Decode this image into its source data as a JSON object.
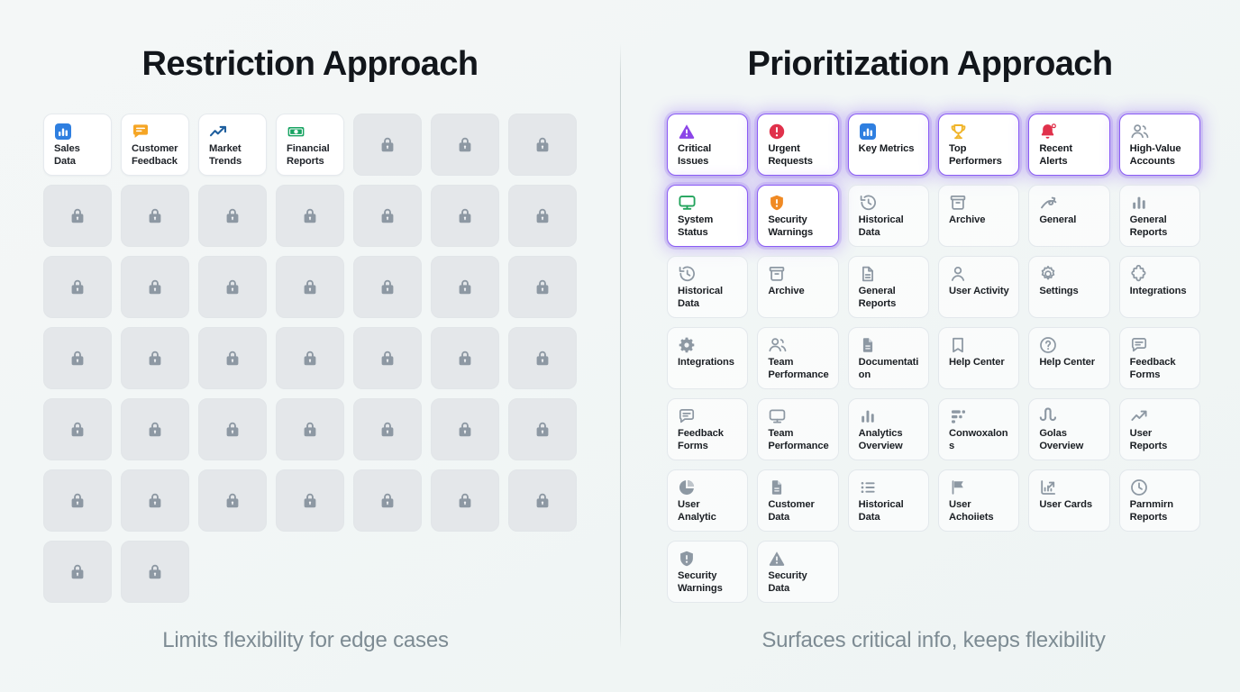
{
  "left": {
    "title": "Restriction Approach",
    "caption": "Limits flexibility for edge cases",
    "columns": 7,
    "cards": [
      {
        "label": "Sales Data",
        "icon": "bar-chart-icon",
        "state": "active",
        "accent": "#2f7fe0"
      },
      {
        "label": "Customer Feedback",
        "icon": "speech-bubble-icon",
        "state": "active",
        "accent": "#f5a524"
      },
      {
        "label": "Market Trends",
        "icon": "trending-up-icon",
        "state": "active",
        "accent": "#1f5f9e"
      },
      {
        "label": "Financial Reports",
        "icon": "banknote-icon",
        "state": "active",
        "accent": "#19a463"
      },
      {
        "label": "",
        "icon": "lock-icon",
        "state": "locked"
      },
      {
        "label": "",
        "icon": "lock-icon",
        "state": "locked"
      },
      {
        "label": "",
        "icon": "lock-icon",
        "state": "locked"
      },
      {
        "label": "",
        "icon": "lock-icon",
        "state": "locked"
      },
      {
        "label": "",
        "icon": "lock-icon",
        "state": "locked"
      },
      {
        "label": "",
        "icon": "lock-icon",
        "state": "locked"
      },
      {
        "label": "",
        "icon": "lock-icon",
        "state": "locked"
      },
      {
        "label": "",
        "icon": "lock-icon",
        "state": "locked"
      },
      {
        "label": "",
        "icon": "lock-icon",
        "state": "locked"
      },
      {
        "label": "",
        "icon": "lock-icon",
        "state": "locked"
      },
      {
        "label": "",
        "icon": "lock-icon",
        "state": "locked"
      },
      {
        "label": "",
        "icon": "lock-icon",
        "state": "locked"
      },
      {
        "label": "",
        "icon": "lock-icon",
        "state": "locked"
      },
      {
        "label": "",
        "icon": "lock-icon",
        "state": "locked"
      },
      {
        "label": "",
        "icon": "lock-icon",
        "state": "locked"
      },
      {
        "label": "",
        "icon": "lock-icon",
        "state": "locked"
      },
      {
        "label": "",
        "icon": "lock-icon",
        "state": "locked"
      },
      {
        "label": "",
        "icon": "lock-icon",
        "state": "locked"
      },
      {
        "label": "",
        "icon": "lock-icon",
        "state": "locked"
      },
      {
        "label": "",
        "icon": "lock-icon",
        "state": "locked"
      },
      {
        "label": "",
        "icon": "lock-icon",
        "state": "locked"
      },
      {
        "label": "",
        "icon": "lock-icon",
        "state": "locked"
      },
      {
        "label": "",
        "icon": "lock-icon",
        "state": "locked"
      },
      {
        "label": "",
        "icon": "lock-icon",
        "state": "locked"
      },
      {
        "label": "",
        "icon": "lock-icon",
        "state": "locked"
      },
      {
        "label": "",
        "icon": "lock-icon",
        "state": "locked"
      },
      {
        "label": "",
        "icon": "lock-icon",
        "state": "locked"
      },
      {
        "label": "",
        "icon": "lock-icon",
        "state": "locked"
      },
      {
        "label": "",
        "icon": "lock-icon",
        "state": "locked"
      },
      {
        "label": "",
        "icon": "lock-icon",
        "state": "locked"
      },
      {
        "label": "",
        "icon": "lock-icon",
        "state": "locked"
      },
      {
        "label": "",
        "icon": "lock-icon",
        "state": "locked"
      },
      {
        "label": "",
        "icon": "lock-icon",
        "state": "locked"
      },
      {
        "label": "",
        "icon": "lock-icon",
        "state": "locked"
      },
      {
        "label": "",
        "icon": "lock-icon",
        "state": "locked"
      },
      {
        "label": "",
        "icon": "lock-icon",
        "state": "locked"
      },
      {
        "label": "",
        "icon": "lock-icon",
        "state": "locked"
      },
      {
        "label": "",
        "icon": "lock-icon",
        "state": "locked"
      },
      {
        "label": "",
        "icon": "lock-icon",
        "state": "locked"
      },
      {
        "label": "",
        "icon": "lock-icon",
        "state": "locked"
      }
    ]
  },
  "right": {
    "title": "Prioritization Approach",
    "caption": "Surfaces critical info, keeps flexibility",
    "columns": 6,
    "highlight_color": "#8b5cf6",
    "cards": [
      {
        "label": "Critical Issues",
        "icon": "warning-triangle-icon",
        "state": "highlight",
        "accent": "#8b45e8"
      },
      {
        "label": "Urgent Requests",
        "icon": "alert-circle-icon",
        "state": "highlight",
        "accent": "#e0314b"
      },
      {
        "label": "Key Metrics",
        "icon": "bar-chart-icon",
        "state": "highlight",
        "accent": "#2f7fe0"
      },
      {
        "label": "Top Performers",
        "icon": "trophy-icon",
        "state": "highlight",
        "accent": "#f0b429"
      },
      {
        "label": "Recent Alerts",
        "icon": "bell-alert-icon",
        "state": "highlight",
        "accent": "#e0314b"
      },
      {
        "label": "High-Value Accounts",
        "icon": "users-icon",
        "state": "highlight",
        "accent": "#8d98a3"
      },
      {
        "label": "System Status",
        "icon": "monitor-icon",
        "state": "highlight",
        "accent": "#21a35b"
      },
      {
        "label": "Security Warnings",
        "icon": "shield-alert-icon",
        "state": "highlight",
        "accent": "#f08a24"
      },
      {
        "label": "Historical Data",
        "icon": "history-clock-icon",
        "state": "muted",
        "accent": "#8d98a3"
      },
      {
        "label": "Archive",
        "icon": "archive-icon",
        "state": "muted",
        "accent": "#8d98a3"
      },
      {
        "label": "General",
        "icon": "scribble-icon",
        "state": "muted",
        "accent": "#8d98a3"
      },
      {
        "label": "General Reports",
        "icon": "bar-chart-outline-icon",
        "state": "muted",
        "accent": "#8d98a3"
      },
      {
        "label": "Historical Data",
        "icon": "history-clock-icon",
        "state": "muted",
        "accent": "#8d98a3"
      },
      {
        "label": "Archive",
        "icon": "archive-icon",
        "state": "muted",
        "accent": "#8d98a3"
      },
      {
        "label": "General Reports",
        "icon": "document-icon",
        "state": "muted",
        "accent": "#8d98a3"
      },
      {
        "label": "User Activity",
        "icon": "user-icon",
        "state": "muted",
        "accent": "#8d98a3"
      },
      {
        "label": "Settings",
        "icon": "gear-icon",
        "state": "muted",
        "accent": "#8d98a3"
      },
      {
        "label": "Integrations",
        "icon": "puzzle-icon",
        "state": "muted",
        "accent": "#8d98a3"
      },
      {
        "label": "Integrations",
        "icon": "gear-solid-icon",
        "state": "muted",
        "accent": "#8d98a3"
      },
      {
        "label": "Team Performance",
        "icon": "users-icon",
        "state": "muted",
        "accent": "#8d98a3"
      },
      {
        "label": "Documentation",
        "icon": "document-solid-icon",
        "state": "muted",
        "accent": "#8d98a3"
      },
      {
        "label": "Help Center",
        "icon": "book-icon",
        "state": "muted",
        "accent": "#8d98a3"
      },
      {
        "label": "Help Center",
        "icon": "question-circle-icon",
        "state": "muted",
        "accent": "#8d98a3"
      },
      {
        "label": "Feedback Forms",
        "icon": "speech-bubble-outline-icon",
        "state": "muted",
        "accent": "#8d98a3"
      },
      {
        "label": "Feedback Forms",
        "icon": "speech-bubble-outline-icon",
        "state": "muted",
        "accent": "#8d98a3"
      },
      {
        "label": "Team Performance",
        "icon": "monitor-outline-icon",
        "state": "muted",
        "accent": "#8d98a3"
      },
      {
        "label": "Analytics Overview",
        "icon": "bar-chart-outline-icon",
        "state": "muted",
        "accent": "#8d98a3"
      },
      {
        "label": "Conwoxalons",
        "icon": "funnel-bars-icon",
        "state": "muted",
        "accent": "#8d98a3"
      },
      {
        "label": "Golas Overview",
        "icon": "link-loop-icon",
        "state": "muted",
        "accent": "#8d98a3"
      },
      {
        "label": "User Reports",
        "icon": "trending-up-outline-icon",
        "state": "muted",
        "accent": "#8d98a3"
      },
      {
        "label": "User Analytic",
        "icon": "pie-chart-icon",
        "state": "muted",
        "accent": "#8d98a3"
      },
      {
        "label": "Customer Data",
        "icon": "document-solid-icon",
        "state": "muted",
        "accent": "#8d98a3"
      },
      {
        "label": "Historical Data",
        "icon": "list-icon",
        "state": "muted",
        "accent": "#8d98a3"
      },
      {
        "label": "User Achoiiets",
        "icon": "flag-icon",
        "state": "muted",
        "accent": "#8d98a3"
      },
      {
        "label": "User Cards",
        "icon": "growth-chart-icon",
        "state": "muted",
        "accent": "#8d98a3"
      },
      {
        "label": "Parnmirn Reports",
        "icon": "clock-icon",
        "state": "muted",
        "accent": "#8d98a3"
      },
      {
        "label": "Security Warnings",
        "icon": "shield-alert-solid-icon",
        "state": "muted",
        "accent": "#8d98a3"
      },
      {
        "label": "Security Data",
        "icon": "warning-triangle-solid-icon",
        "state": "muted",
        "accent": "#8d98a3"
      }
    ]
  }
}
